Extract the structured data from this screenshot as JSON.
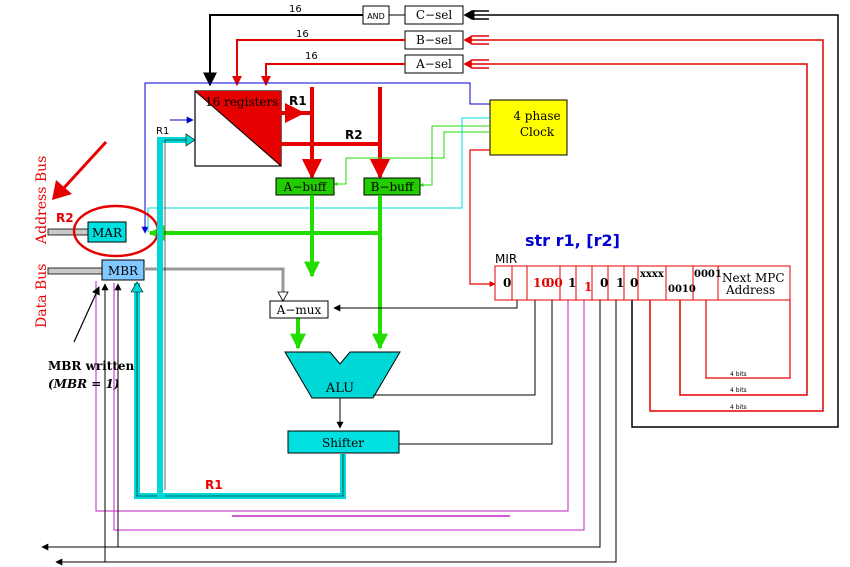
{
  "title": "str r1, [r2]",
  "colors": {
    "red": "#e60000",
    "green": "#22dd00",
    "cyan": "#00d8d8",
    "yellow": "#ffff00",
    "blue": "#0000d0",
    "magenta": "#c020c0",
    "black": "#000000",
    "greenbox": "#22cc00",
    "cyanbox": "#00e0e0",
    "mbrbox": "#80c8ff"
  },
  "boxes": {
    "c_sel": "C−sel",
    "b_sel": "B−sel",
    "a_sel": "A−sel",
    "and_gate": "AND",
    "registers": "16 registers",
    "clock_line1": "4 phase",
    "clock_line2": "Clock",
    "a_buff": "A−buff",
    "b_buff": "B−buff",
    "mar": "MAR",
    "mbr": "MBR",
    "a_mux": "A−mux",
    "alu": "ALU",
    "shifter": "Shifter"
  },
  "labels": {
    "bus16_c": "16",
    "bus16_b": "16",
    "bus16_a": "16",
    "r1_reg_out": "R1",
    "r2_reg_out": "R2",
    "r1_reg_in": "R1",
    "r2_mar": "R2",
    "r1_bottom": "R1",
    "address_bus": "Address Bus",
    "data_bus": "Data Bus",
    "mbr_written": "MBR written",
    "mbr_eq": "(MBR = 1)",
    "mir": "MIR",
    "next_mpc_1": "Next MPC",
    "next_mpc_2": "Address",
    "four_bits_1": "4 bits",
    "four_bits_2": "4 bits",
    "four_bits_3": "4 bits"
  },
  "mir_fields": [
    {
      "text": "0",
      "color": "#000000"
    },
    {
      "text": "10",
      "color": "#e60000"
    },
    {
      "text": "00",
      "color": "#e60000"
    },
    {
      "text": "1",
      "color": "#000000"
    },
    {
      "text": "1",
      "color": "#e60000"
    },
    {
      "text": "0",
      "color": "#000000"
    },
    {
      "text": "1",
      "color": "#000000"
    },
    {
      "text": "0",
      "color": "#000000"
    },
    {
      "text": "xxxx",
      "color": "#000000"
    },
    {
      "text": "0010",
      "color": "#000000"
    },
    {
      "text": "0001",
      "color": "#000000"
    }
  ]
}
